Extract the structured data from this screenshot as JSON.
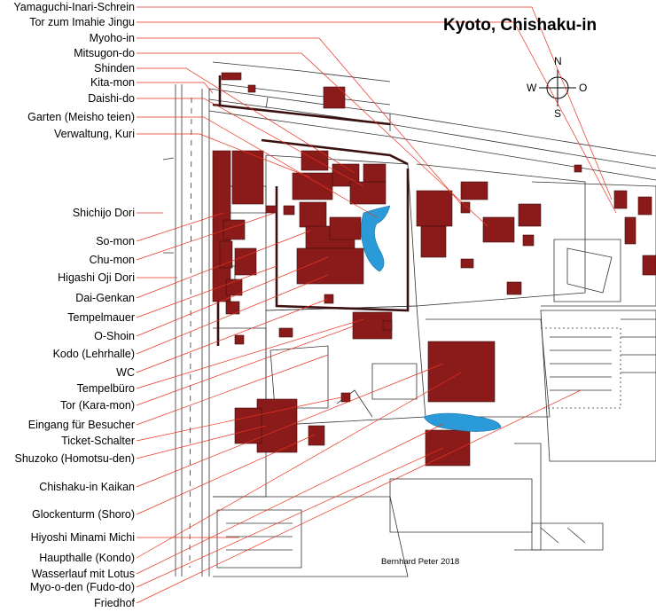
{
  "title": "Kyoto, Chishaku-in",
  "credit": "Bernhard Peter 2018",
  "compass": {
    "n": "N",
    "s": "S",
    "w": "W",
    "o": "O"
  },
  "colors": {
    "building": "#8b1a1a",
    "water": "#2a9bd8",
    "leader": "#e8331f",
    "line": "#222222"
  },
  "labels": [
    "Yamaguchi-Inari-Schrein",
    "Tor zum Imahie Jingu",
    "Myoho-in",
    "Mitsugon-do",
    "Shinden",
    "Kita-mon",
    "Daishi-do",
    "Garten (Meisho teien)",
    "Verwaltung, Kuri",
    "Shichijo Dori",
    "So-mon",
    "Chu-mon",
    "Higashi Oji Dori",
    "Dai-Genkan",
    "Tempelmauer",
    "O-Shoin",
    "Kodo (Lehrhalle)",
    "WC",
    "Tempelbüro",
    "Tor (Kara-mon)",
    "Eingang für Besucher",
    "Ticket-Schalter",
    "Shuzoko (Homotsu-den)",
    "Chishaku-in Kaikan",
    "Glockenturm (Shoro)",
    "Hiyoshi Minami Michi",
    "Haupthalle (Kondo)",
    "Wasserlauf mit Lotus",
    "Myo-o-den (Fudo-do)",
    "Friedhof"
  ]
}
